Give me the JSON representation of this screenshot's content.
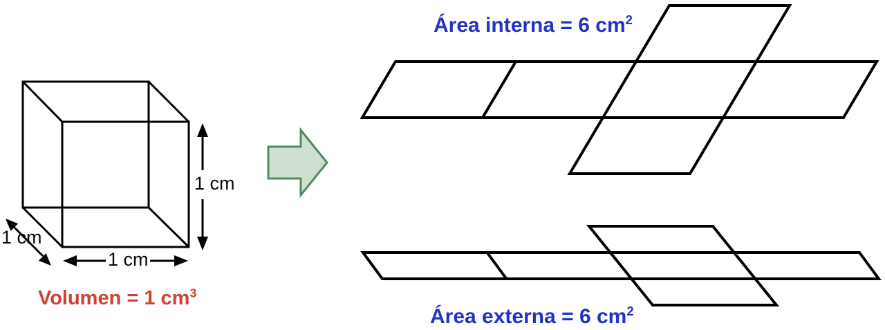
{
  "colors": {
    "line_color": "#000000",
    "volume_red": "#cd4232",
    "area_blue": "#2133c4",
    "arrow_fill": "#cfe0d0",
    "arrow_stroke": "#4f8a60"
  },
  "cube": {
    "depth_label": "1 cm",
    "height_label": "1 cm",
    "width_label": "1 cm",
    "volume_label_text": "Volumen = 1 cm",
    "volume_label_sup": "3"
  },
  "nets": {
    "internal_label_text": "Área interna = 6 cm",
    "internal_label_sup": "2",
    "external_label_text": "Área externa = 6 cm",
    "external_label_sup": "2"
  }
}
